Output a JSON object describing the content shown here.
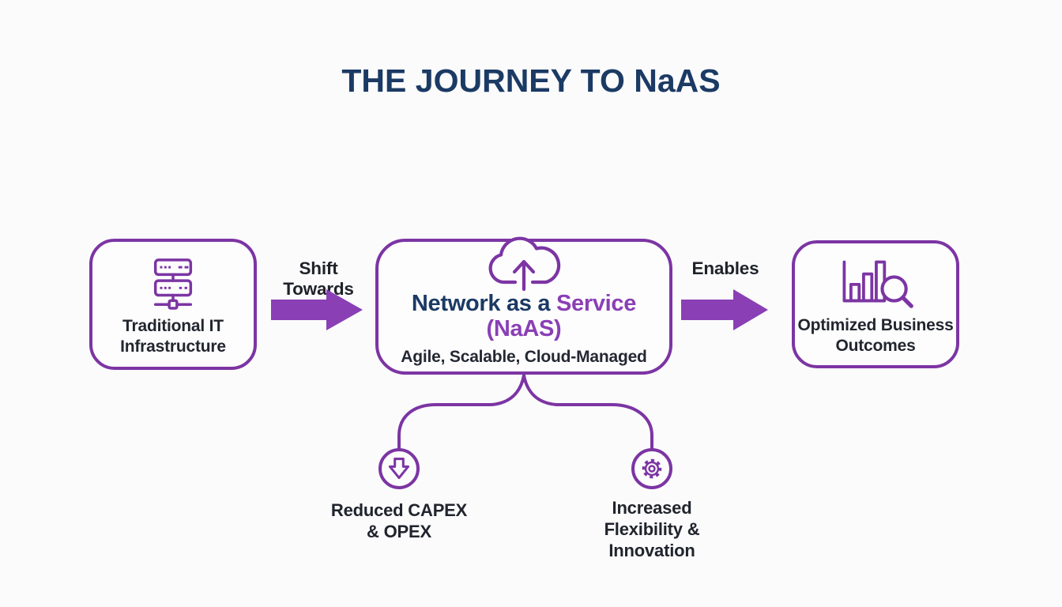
{
  "title": "THE JOURNEY TO NaAS",
  "colors": {
    "purple_border": "#7c35a3",
    "purple_fill": "#8a3fb5",
    "navy": "#1b3a64",
    "text_dark": "#22262f",
    "background": "#fbfbfc"
  },
  "flow": {
    "traditional": {
      "lines": [
        "Traditional IT",
        "Infrastructure"
      ],
      "icon": "server-rack-icon"
    },
    "shift_arrow_label": "Shift Towards",
    "naas": {
      "title_prefix": "Network as a ",
      "title_highlight": "Service",
      "subtitle": "(NaAS)",
      "tagline": "Agile, Scalable, Cloud-Managed",
      "icon": "cloud-upload-icon"
    },
    "enables_arrow_label": "Enables",
    "outcomes": {
      "lines": [
        "Optimized Business",
        "Outcomes"
      ],
      "icon": "chart-magnifier-icon"
    }
  },
  "benefits": [
    {
      "lines": [
        "Reduced CAPEX",
        "& OPEX"
      ],
      "icon": "down-arrow-circle-icon"
    },
    {
      "lines": [
        "Increased",
        "Flexibility &",
        "Innovation"
      ],
      "icon": "gear-circle-icon"
    }
  ]
}
